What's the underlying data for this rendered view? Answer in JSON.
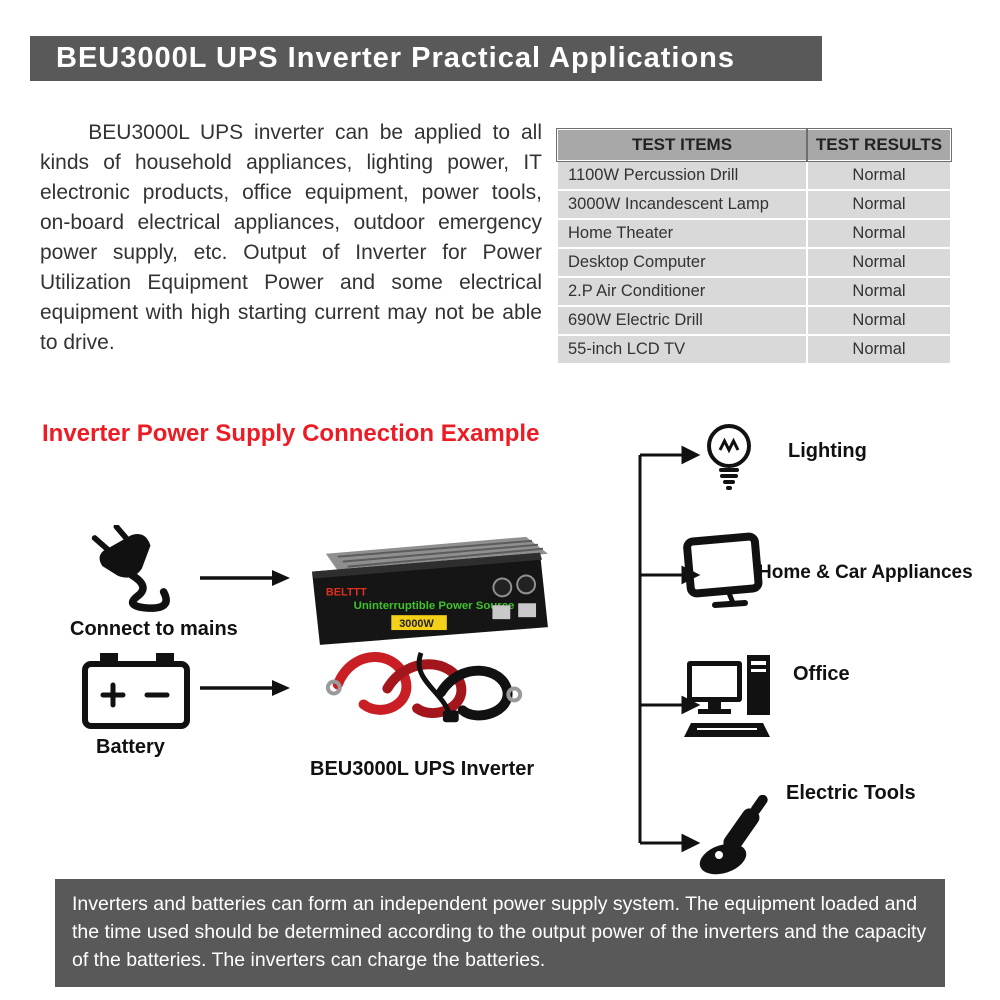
{
  "header": {
    "title": "BEU3000L UPS Inverter Practical Applications"
  },
  "intro": {
    "text": "BEU3000L UPS inverter can be applied to all kinds of household appliances, lighting power, IT electronic products, office equipment, power tools, on-board electrical appliances, outdoor emergency power supply, etc. Output of Inverter for Power Utilization Equipment Power and some electrical equipment with high starting current may not be able to drive."
  },
  "test_table": {
    "headers": [
      "TEST ITEMS",
      "TEST RESULTS"
    ],
    "rows": [
      {
        "item": "1100W Percussion Drill",
        "result": "Normal"
      },
      {
        "item": "3000W Incandescent Lamp",
        "result": "Normal"
      },
      {
        "item": "Home Theater",
        "result": "Normal"
      },
      {
        "item": "Desktop Computer",
        "result": "Normal"
      },
      {
        "item": "2.P Air Conditioner",
        "result": "Normal"
      },
      {
        "item": "690W Electric Drill",
        "result": "Normal"
      },
      {
        "item": "55-inch LCD TV",
        "result": "Normal"
      }
    ]
  },
  "diagram": {
    "title": "Inverter Power Supply Connection Example",
    "sources": [
      {
        "label": "Connect to mains"
      },
      {
        "label": "Battery"
      }
    ],
    "inverter_label": "BEU3000L UPS Inverter",
    "loads": [
      {
        "label": "Lighting"
      },
      {
        "label": "Home & Car Appliances"
      },
      {
        "label": "Office"
      },
      {
        "label": "Electric Tools"
      }
    ]
  },
  "product": {
    "brand": "BELTTT",
    "face_text": "Uninterruptible Power Source",
    "power_badge": "3000W"
  },
  "footer": {
    "text": "Inverters and batteries can form an independent power supply system. The equipment loaded and the time used should be determined according to the output power of the inverters and the capacity of the batteries. The inverters can charge the batteries."
  },
  "colors": {
    "banner_bg": "#595959",
    "accent_red": "#ed1c24",
    "table_header_bg": "#a8a8a8",
    "table_row_bg": "#d9d9d9",
    "footer_bg": "#595959"
  }
}
